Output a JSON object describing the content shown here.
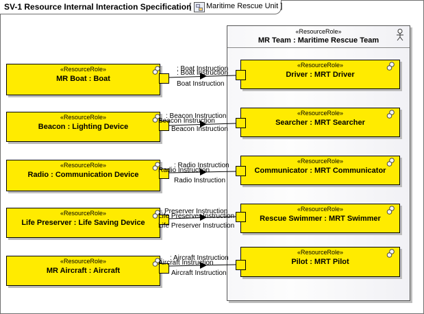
{
  "diagram": {
    "title": "SV-1 Resource Internal Interaction Specification",
    "context_bracket_open": "[",
    "context_label": "Maritime Rescue Unit ]",
    "context_icon": "resource-diagram-icon"
  },
  "team": {
    "stereotype": "«ResourceRole»",
    "name": "MR Team : Maritime Rescue Team",
    "icon": "actor-icon"
  },
  "left_roles": [
    {
      "stereotype": "«ResourceRole»",
      "name": "MR Boat : Boat"
    },
    {
      "stereotype": "«ResourceRole»",
      "name": "Beacon : Lighting Device"
    },
    {
      "stereotype": "«ResourceRole»",
      "name": "Radio : Communication Device"
    },
    {
      "stereotype": "«ResourceRole»",
      "name": "Life Preserver : Life Saving Device"
    },
    {
      "stereotype": "«ResourceRole»",
      "name": "MR Aircraft : Aircraft"
    }
  ],
  "right_roles": [
    {
      "stereotype": "«ResourceRole»",
      "name": "Driver : MRT Driver"
    },
    {
      "stereotype": "«ResourceRole»",
      "name": "Searcher : MRT Searcher"
    },
    {
      "stereotype": "«ResourceRole»",
      "name": "Communicator : MRT Communicator"
    },
    {
      "stereotype": "«ResourceRole»",
      "name": "Rescue Swimmer : MRT Swimmer"
    },
    {
      "stereotype": "«ResourceRole»",
      "name": "Pilot : MRT Pilot"
    }
  ],
  "connectors": [
    {
      "label_top": ": Boat Instruction",
      "label_mid": ": Boat Instruction",
      "label_bottom": "Boat Instruction"
    },
    {
      "label_top": ": Beacon Instruction",
      "label_mid": "Beacon Instruction",
      "label_bottom": "Beacon Instruction"
    },
    {
      "label_top": ": Radio Instruction",
      "label_mid": "Radio Instruction",
      "label_bottom": "Radio Instruction"
    },
    {
      "label_top": "Preserver Instruction",
      "label_mid": "Life Preserver Instruction",
      "label_bottom": "Life Preserver Instruction"
    },
    {
      "label_top": ": Aircraft Instruction",
      "label_mid": "Aircraft Instruction",
      "label_bottom": "Aircraft Instruction"
    }
  ],
  "colors": {
    "role_fill": "#ffeb00",
    "border": "#000000",
    "team_fill": "#f4f4f7"
  }
}
